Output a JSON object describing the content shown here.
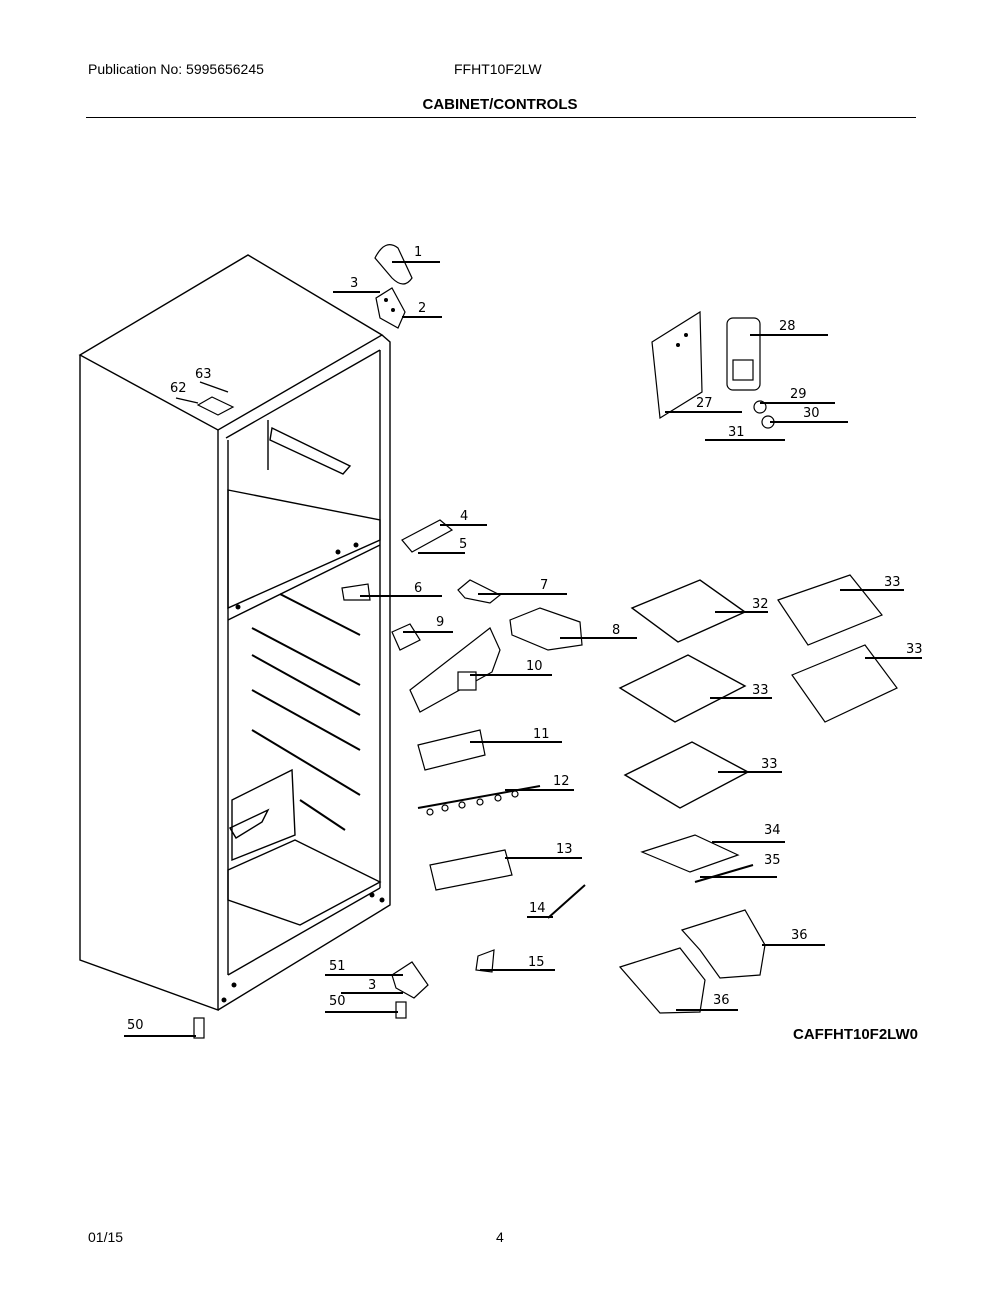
{
  "header": {
    "publication": "Publication No: 5995656245",
    "model": "FFHT10F2LW",
    "title": "CABINET/CONTROLS"
  },
  "diagram": {
    "code": "CAFFHT10F2LW0",
    "part_labels": [
      "1",
      "3",
      "2",
      "28",
      "63",
      "62",
      "29",
      "27",
      "30",
      "31",
      "4",
      "5",
      "6",
      "7",
      "33",
      "32",
      "9",
      "8",
      "33",
      "10",
      "33",
      "11",
      "33",
      "12",
      "34",
      "13",
      "35",
      "14",
      "36",
      "15",
      "51",
      "3",
      "50",
      "36",
      "50"
    ]
  },
  "footer": {
    "date": "01/15",
    "page": "4"
  }
}
